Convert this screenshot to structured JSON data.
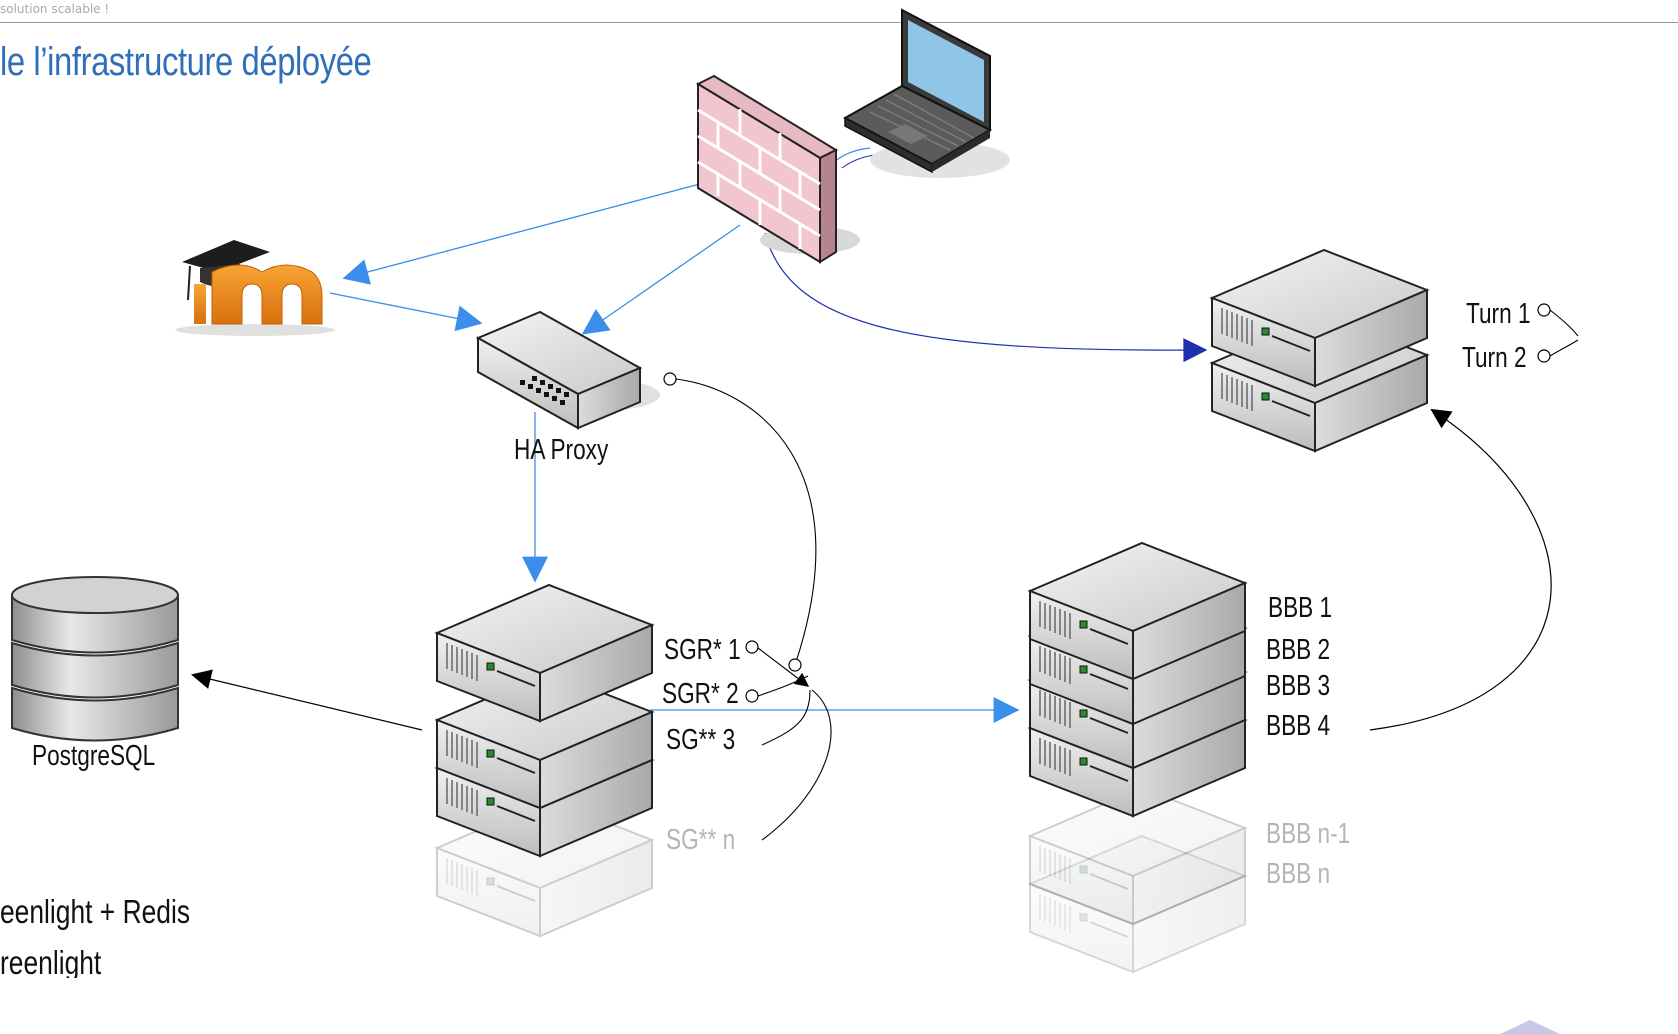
{
  "header": {
    "breadcrumb": "solution scalable !",
    "title": "le l’infrastructure déployée"
  },
  "labels": {
    "haproxy": "HA Proxy",
    "postgres": "PostgreSQL",
    "turn1": "Turn 1",
    "turn2": "Turn 2",
    "sgr1": "SGR* 1",
    "sgr2": "SGR* 2",
    "sg3": "SG** 3",
    "sgn": "SG** n",
    "bbb1": "BBB 1",
    "bbb2": "BBB 2",
    "bbb3": "BBB 3",
    "bbb4": "BBB 4",
    "bbbn1": "BBB n-1",
    "bbbn": "BBB n"
  },
  "footer": {
    "line1": "eenlight + Redis",
    "line2": "reenlight"
  },
  "colors": {
    "title": "#2f6fba",
    "arrow_blue": "#3b8eea",
    "arrow_navy": "#1f2fb0",
    "faded_text": "#b5b5b5"
  },
  "icons": [
    "firewall-icon",
    "laptop-icon",
    "moodle-icon",
    "haproxy-switch-icon",
    "database-icon",
    "server-icon"
  ]
}
